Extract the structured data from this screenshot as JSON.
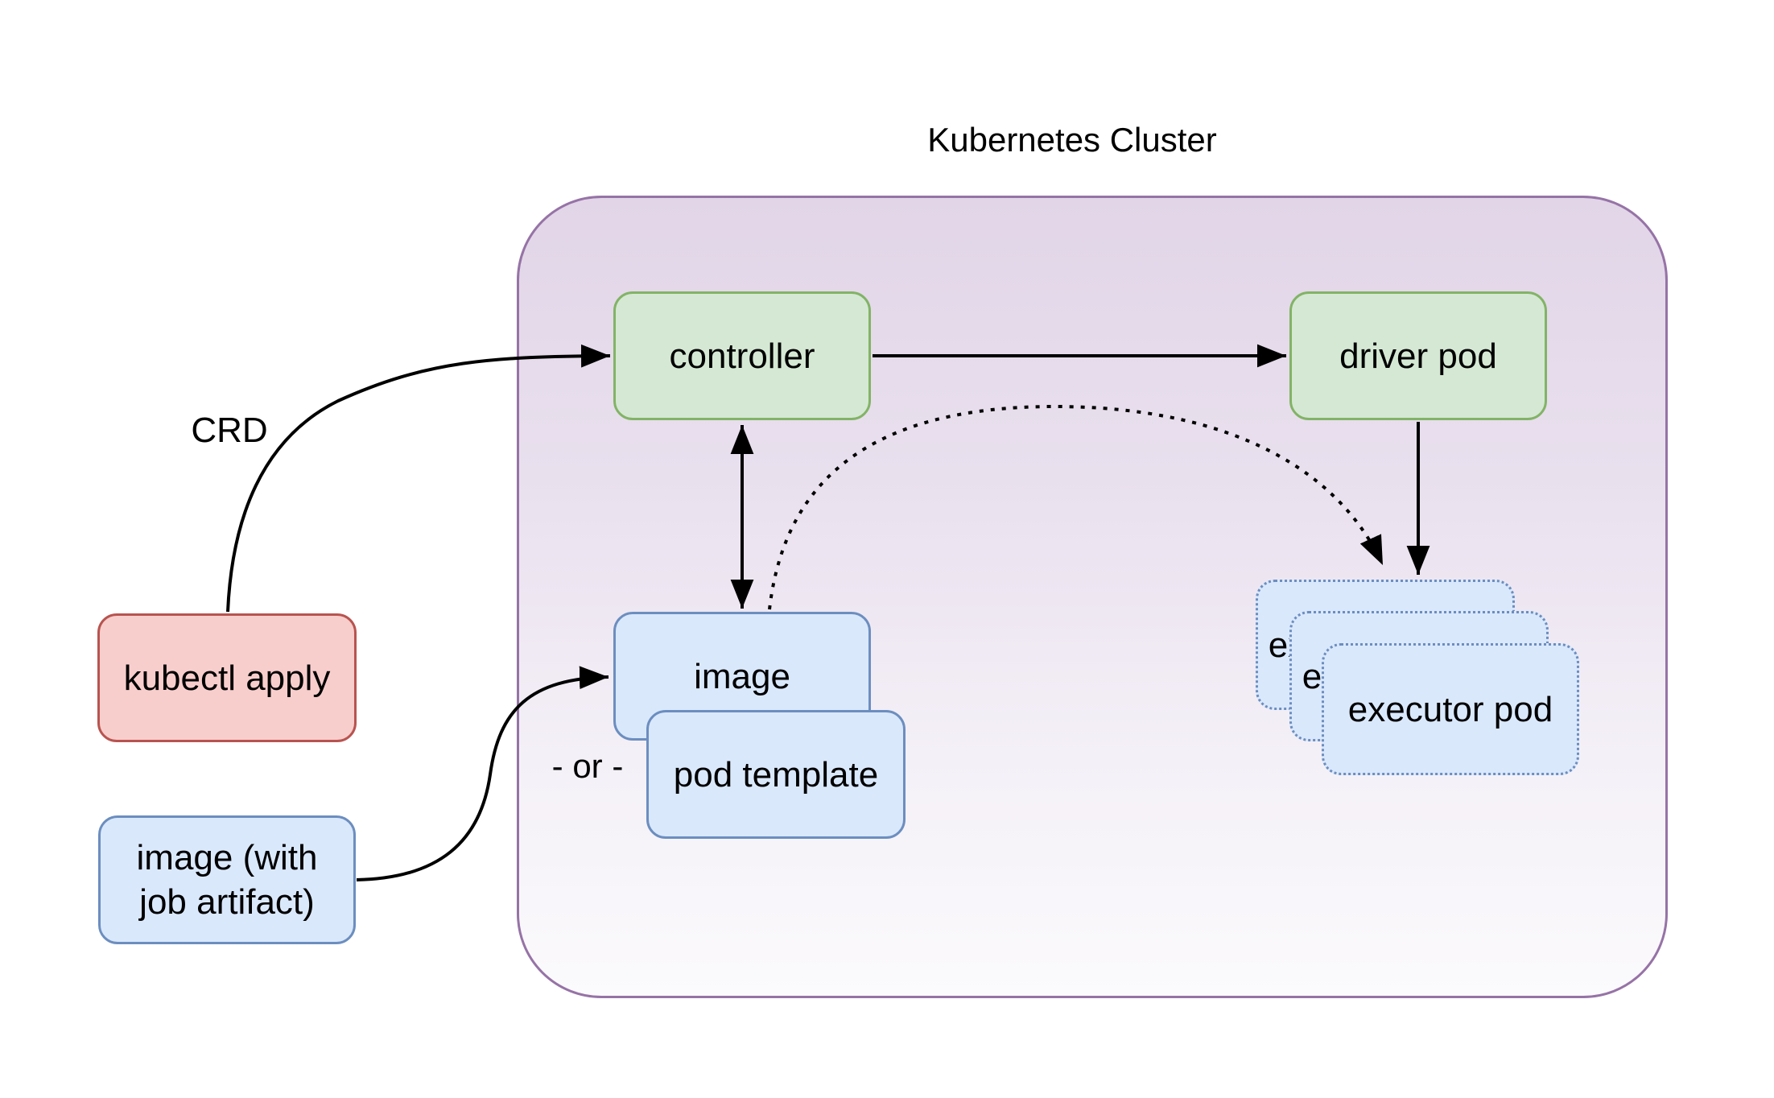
{
  "diagram": {
    "title": "Kubernetes Cluster",
    "nodes": {
      "kubectl_apply": "kubectl apply",
      "job_image": "image (with job artifact)",
      "controller": "controller",
      "driver_pod": "driver pod",
      "image": "image",
      "pod_template": "pod template",
      "executor_back": "executor pod",
      "executor_middle": "executor pod",
      "executor_front": "executor pod"
    },
    "edge_labels": {
      "crd": "CRD",
      "or": "- or -"
    },
    "edges": [
      "kubectl apply -> controller (labeled CRD, solid curve)",
      "controller -> driver pod (solid)",
      "controller <-> image (solid double arrow)",
      "image -> executor pods (dotted curve)",
      "driver pod -> executor pods (solid)",
      "image (with job artifact) -> image (solid curve)"
    ],
    "colors": {
      "cluster_border": "#9673a6",
      "cluster_fill_top": "#e1d5e7",
      "cluster_fill_bottom": "#fbfafc",
      "green_fill": "#d5e8d4",
      "green_border": "#82b366",
      "blue_fill": "#dae8fc",
      "blue_border": "#6c8ebf",
      "red_fill": "#f8cecc",
      "red_border": "#b85450",
      "arrow": "#000000",
      "text": "#000000"
    }
  }
}
